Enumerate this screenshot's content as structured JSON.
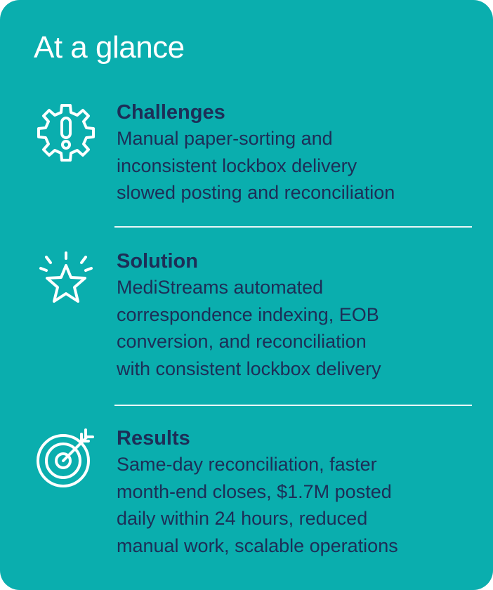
{
  "card": {
    "title": "At a glance",
    "background_color": "#0aaeae",
    "heading_color": "#1d2e57"
  },
  "sections": [
    {
      "icon": "gear-alert-icon",
      "heading": "Challenges",
      "lines": [
        "Manual paper-sorting and",
        "inconsistent lockbox delivery",
        "slowed posting and reconciliation"
      ]
    },
    {
      "icon": "star-sparkle-icon",
      "heading": "Solution",
      "lines": [
        "MediStreams automated",
        "correspondence indexing, EOB",
        "conversion, and reconciliation",
        "with consistent lockbox delivery"
      ]
    },
    {
      "icon": "target-arrow-icon",
      "heading": "Results",
      "lines": [
        "Same-day reconciliation, faster",
        "month-end closes, $1.7M posted",
        "daily within 24 hours, reduced",
        "manual work, scalable operations"
      ]
    }
  ]
}
